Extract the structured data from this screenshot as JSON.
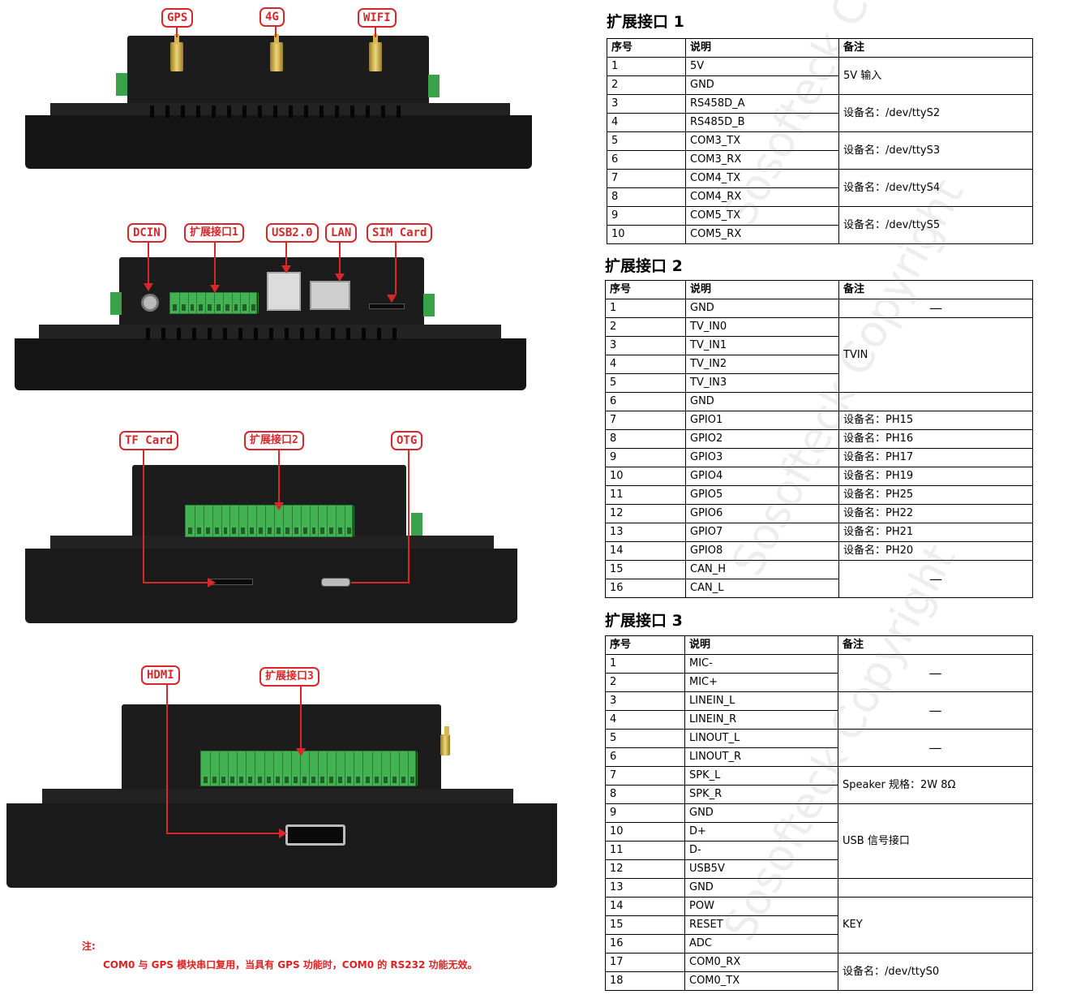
{
  "callouts": {
    "gps": "GPS",
    "g4": "4G",
    "wifi": "WIFI",
    "dcin": "DCIN",
    "ext1": "扩展接口1",
    "usb": "USB2.0",
    "lan": "LAN",
    "sim": "SIM Card",
    "tf": "TF Card",
    "ext2": "扩展接口2",
    "otg": "OTG",
    "hdmi": "HDMI",
    "ext3": "扩展接口3"
  },
  "note": {
    "title": "注:",
    "text": "COM0 与 GPS 模块串口复用，当具有 GPS 功能时，COM0 的 RS232 功能无效。"
  },
  "table1": {
    "title": "扩展接口 1",
    "headers": [
      "序号",
      "说明",
      "备注"
    ],
    "rows": [
      [
        "1",
        "5V"
      ],
      [
        "2",
        "GND"
      ],
      [
        "3",
        "RS458D_A"
      ],
      [
        "4",
        "RS485D_B"
      ],
      [
        "5",
        "COM3_TX"
      ],
      [
        "6",
        "COM3_RX"
      ],
      [
        "7",
        "COM4_TX"
      ],
      [
        "8",
        "COM4_RX"
      ],
      [
        "9",
        "COM5_TX"
      ],
      [
        "10",
        "COM5_RX"
      ]
    ],
    "remarks": [
      "5V 输入",
      "设备名：/dev/ttyS2",
      "设备名：/dev/ttyS3",
      "设备名：/dev/ttyS4",
      "设备名：/dev/ttyS5"
    ]
  },
  "table2": {
    "title": "扩展接口 2",
    "headers": [
      "序号",
      "说明",
      "备注"
    ],
    "rows": [
      [
        "1",
        "GND"
      ],
      [
        "2",
        "TV_IN0"
      ],
      [
        "3",
        "TV_IN1"
      ],
      [
        "4",
        "TV_IN2"
      ],
      [
        "5",
        "TV_IN3"
      ],
      [
        "6",
        "GND"
      ],
      [
        "7",
        "GPIO1"
      ],
      [
        "8",
        "GPIO2"
      ],
      [
        "9",
        "GPIO3"
      ],
      [
        "10",
        "GPIO4"
      ],
      [
        "11",
        "GPIO5"
      ],
      [
        "12",
        "GPIO6"
      ],
      [
        "13",
        "GPIO7"
      ],
      [
        "14",
        "GPIO8"
      ],
      [
        "15",
        "CAN_H"
      ],
      [
        "16",
        "CAN_L"
      ]
    ],
    "remarks": {
      "r1": "—",
      "tvin": "TVIN",
      "r6": "",
      "gpio": [
        "设备名：PH15",
        "设备名：PH16",
        "设备名：PH17",
        "设备名：PH19",
        "设备名：PH25",
        "设备名：PH22",
        "设备名：PH21",
        "设备名：PH20"
      ],
      "can": "—"
    }
  },
  "table3": {
    "title": "扩展接口 3",
    "headers": [
      "序号",
      "说明",
      "备注"
    ],
    "rows": [
      [
        "1",
        "MIC-"
      ],
      [
        "2",
        "MIC+"
      ],
      [
        "3",
        "LINEIN_L"
      ],
      [
        "4",
        "LINEIN_R"
      ],
      [
        "5",
        "LINOUT_L"
      ],
      [
        "6",
        "LINOUT_R"
      ],
      [
        "7",
        "SPK_L"
      ],
      [
        "8",
        "SPK_R"
      ],
      [
        "9",
        "GND"
      ],
      [
        "10",
        "D+"
      ],
      [
        "11",
        "D-"
      ],
      [
        "12",
        "USB5V"
      ],
      [
        "13",
        "GND"
      ],
      [
        "14",
        "POW"
      ],
      [
        "15",
        "RESET"
      ],
      [
        "16",
        "ADC"
      ],
      [
        "17",
        "COM0_RX"
      ],
      [
        "18",
        "COM0_TX"
      ]
    ],
    "remarks": {
      "mic": "—",
      "linein": "—",
      "linout": "—",
      "spk": "Speaker 规格：2W 8Ω",
      "usb": "USB 信号接口",
      "r13": "",
      "key": "KEY",
      "com0": "设备名：/dev/ttyS0"
    }
  },
  "watermark": "Sosofteck Copyright"
}
